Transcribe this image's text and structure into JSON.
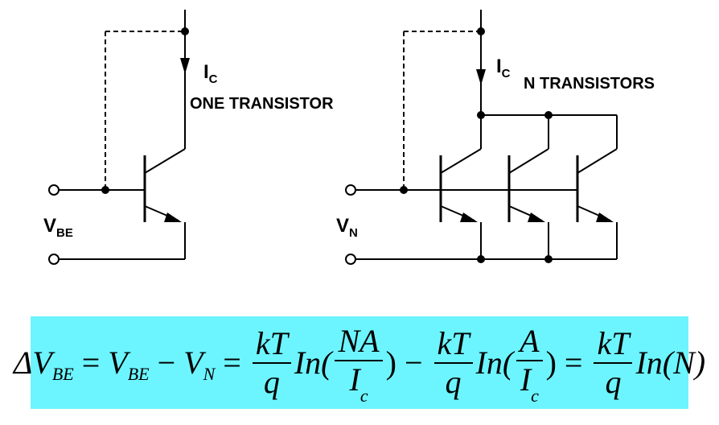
{
  "left_circuit": {
    "current_label": "I",
    "current_sub": "C",
    "title": "ONE TRANSISTOR",
    "voltage_label": "V",
    "voltage_sub": "BE"
  },
  "right_circuit": {
    "current_label": "I",
    "current_sub": "C",
    "title": "N TRANSISTORS",
    "voltage_label": "V",
    "voltage_sub": "N"
  },
  "formula": {
    "delta": "ΔV",
    "sub_be": "BE",
    "eq1": "=",
    "v_be": "V",
    "sub_be2": "BE",
    "minus1": "−",
    "v_n": "V",
    "sub_n": "N",
    "eq2": "=",
    "kt1": "kT",
    "q1": "q",
    "ln1": "In(",
    "na": "NA",
    "ic1": "I",
    "ic1_sub": "c",
    "close1": ")",
    "minus2": "−",
    "kt2": "kT",
    "q2": "q",
    "ln2": "In(",
    "a": "A",
    "ic2": "I",
    "ic2_sub": "c",
    "close2": ")",
    "eq3": "=",
    "kt3": "kT",
    "q3": "q",
    "ln3": "In(N)"
  },
  "colors": {
    "formula_background": "#6cf5ff",
    "wire": "#000000"
  }
}
